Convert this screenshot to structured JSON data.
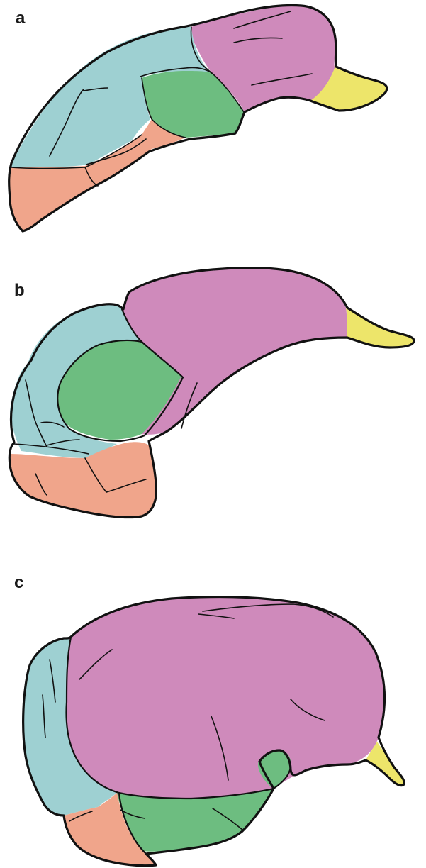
{
  "panels": [
    {
      "label": "a"
    },
    {
      "label": "b"
    },
    {
      "label": "c"
    }
  ],
  "colors": {
    "teal": "#9ed0d2",
    "salmon": "#f0a58b",
    "green": "#6dbd80",
    "magenta": "#cf8abb",
    "yellow": "#ede56a",
    "outline": "#111111"
  }
}
